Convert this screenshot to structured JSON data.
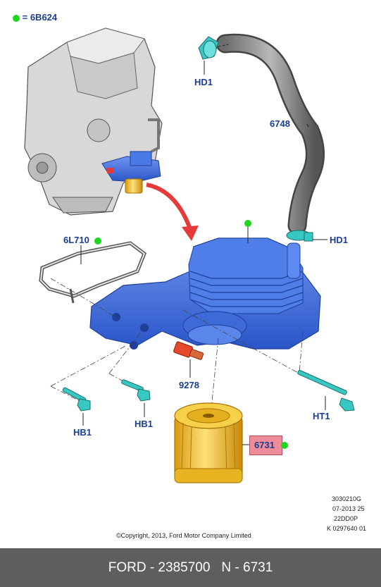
{
  "legend": {
    "text": "= 6B624",
    "dot_color": "#1fd61f"
  },
  "labels": {
    "hd1_top": "HD1",
    "hose": "6748",
    "gasket": "6L710",
    "hd1_right": "HD1",
    "sensor": "9278",
    "ht1": "HT1",
    "hb1_left": "HB1",
    "hb1_right": "HB1",
    "filter": "6731"
  },
  "info": {
    "line1": "3030210G",
    "line2": "07-2013 25",
    "line3": "22DD0P",
    "line4": "K 0297640 01"
  },
  "copyright": "©Copyright, 2013, Ford Motor Company Limited",
  "footer": {
    "brand": "FORD - 2385700",
    "part": "N - 6731"
  },
  "colors": {
    "part_blue": "#3d6ee0",
    "part_blue_dark": "#1f3f9a",
    "accent_red": "#e53a3a",
    "filter_yellow": "#f4c22b",
    "clamp_cyan": "#38c7c2",
    "highlight": "#f08c98"
  }
}
